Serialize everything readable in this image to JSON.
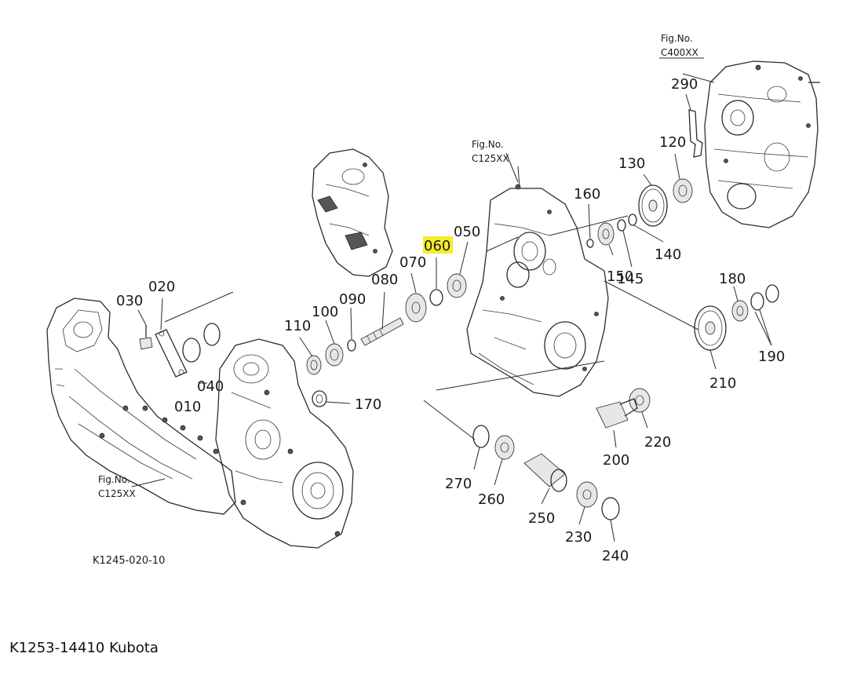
{
  "caption": "K1253-14410 Kubota",
  "drawing_code": "K1245-020-10",
  "highlight_color": "#f4ee2a",
  "highlighted_part": "060",
  "fig_refs": [
    {
      "fig": "Fig.No.",
      "code": "C400XX"
    },
    {
      "fig": "Fig.No.",
      "code": "C125XX"
    },
    {
      "fig": "Fig.No.",
      "code": "C125XX"
    }
  ],
  "part_numbers": {
    "p010": "010",
    "p020": "020",
    "p030": "030",
    "p040": "040",
    "p050": "050",
    "p060": "060",
    "p070": "070",
    "p080": "080",
    "p090": "090",
    "p100": "100",
    "p110": "110",
    "p120": "120",
    "p130": "130",
    "p140": "140",
    "p145": "145",
    "p150": "150",
    "p160": "160",
    "p170": "170",
    "p180": "180",
    "p190": "190",
    "p200": "200",
    "p210": "210",
    "p220": "220",
    "p230": "230",
    "p240": "240",
    "p250": "250",
    "p260": "260",
    "p270": "270",
    "p290": "290"
  }
}
